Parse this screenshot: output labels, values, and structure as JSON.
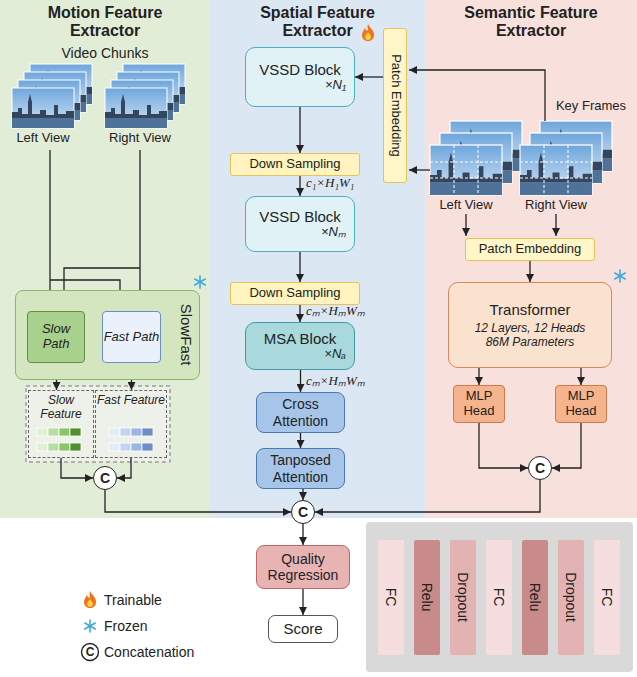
{
  "diagram": {
    "nodes": [
      {
        "text": [
          "Motion Feature Extractor"
        ]
      },
      {
        "text": [
          "SlowFast"
        ],
        "in": 0
      },
      {
        "text": [
          "Slow Path"
        ],
        "in": 1
      },
      {
        "text": [
          "Fast Path"
        ],
        "in": 1
      },
      {
        "text": [
          "Slow Feature"
        ],
        "in": 0
      },
      {
        "text": [
          "Fast Feature"
        ],
        "in": 0
      },
      {
        "text": [
          "C"
        ],
        "in": 0
      },
      {
        "text": [
          "Spatial Feature Extractor"
        ]
      },
      {
        "text": [
          "VSSD Block",
          "×N₁"
        ],
        "in": 7
      },
      {
        "text": [
          "Patch Embedding"
        ],
        "in": 7
      },
      {
        "text": [
          "Down Sampling"
        ],
        "in": 7
      },
      {
        "text": [
          "VSSD Block",
          "×Nₘ"
        ],
        "in": 7
      },
      {
        "text": [
          "Down Sampling"
        ],
        "in": 7
      },
      {
        "text": [
          "MSA Block",
          "×Nₐ"
        ],
        "in": 7
      },
      {
        "text": [
          "Cross Attention"
        ],
        "in": 7
      },
      {
        "text": [
          "Tanposed Attention"
        ],
        "in": 7
      },
      {
        "text": [
          "Semantic Feature Extractor"
        ]
      },
      {
        "text": [
          "Patch Embedding"
        ],
        "in": 16
      },
      {
        "text": [
          "Transformer",
          "12 Layers, 12 Heads 86M Parameters"
        ],
        "in": 16
      },
      {
        "text": [
          "MLP Head"
        ],
        "in": 16
      },
      {
        "text": [
          "MLP Head"
        ],
        "in": 16
      },
      {
        "text": [
          "C"
        ],
        "in": 16
      },
      {
        "text": [
          "C"
        ]
      },
      {
        "text": [
          "Quality Regression"
        ]
      },
      {
        "text": [
          "Score"
        ]
      },
      {
        "text": [
          "FC"
        ]
      },
      {
        "text": [
          "Relu"
        ]
      },
      {
        "text": [
          "Dropout"
        ]
      },
      {
        "text": [
          "FC"
        ]
      },
      {
        "text": [
          "Relu"
        ]
      },
      {
        "text": [
          "Dropout"
        ]
      },
      {
        "text": [
          "FC"
        ]
      }
    ],
    "edges": [
      {
        "from": 2,
        "to": 4,
        "arrow": "to"
      },
      {
        "from": 3,
        "to": 5,
        "arrow": "to"
      },
      {
        "from": 4,
        "to": 6,
        "arrow": "to"
      },
      {
        "from": 5,
        "to": 6,
        "arrow": "to"
      },
      {
        "from": 6,
        "to": 22,
        "arrow": "to"
      },
      {
        "from": 9,
        "to": 8,
        "arrow": "to"
      },
      {
        "from": 8,
        "to": 10,
        "arrow": "to"
      },
      {
        "from": 10,
        "to": 11,
        "arrow": "to"
      },
      {
        "from": 11,
        "to": 12,
        "arrow": "to"
      },
      {
        "from": 12,
        "to": 13,
        "arrow": "to"
      },
      {
        "from": 13,
        "to": 14,
        "arrow": "to"
      },
      {
        "from": 14,
        "to": 15,
        "arrow": "to"
      },
      {
        "from": 15,
        "to": 22,
        "arrow": "to"
      },
      {
        "from": 21,
        "to": 22,
        "arrow": "to"
      },
      {
        "from": 17,
        "to": 18,
        "arrow": "to"
      },
      {
        "from": 18,
        "to": 19,
        "arrow": "to"
      },
      {
        "from": 18,
        "to": 20,
        "arrow": "to"
      },
      {
        "from": 19,
        "to": 21,
        "arrow": "to"
      },
      {
        "from": 20,
        "to": 21,
        "arrow": "to"
      },
      {
        "from": 22,
        "to": 23,
        "arrow": "to"
      },
      {
        "from": 23,
        "to": 24,
        "arrow": "to"
      }
    ],
    "labels": [
      "Video Chunks",
      "Left View",
      "Right View",
      "c₁×H₁W₁",
      "cₘ×HₘWₘ",
      "cₘ×HₘWₘ",
      "Key Frames",
      "Left View",
      "Right View",
      "C"
    ],
    "legend": [
      {
        "text": "Trainable"
      },
      {
        "text": "Frozen"
      },
      {
        "text": "Concatenation"
      }
    ]
  }
}
